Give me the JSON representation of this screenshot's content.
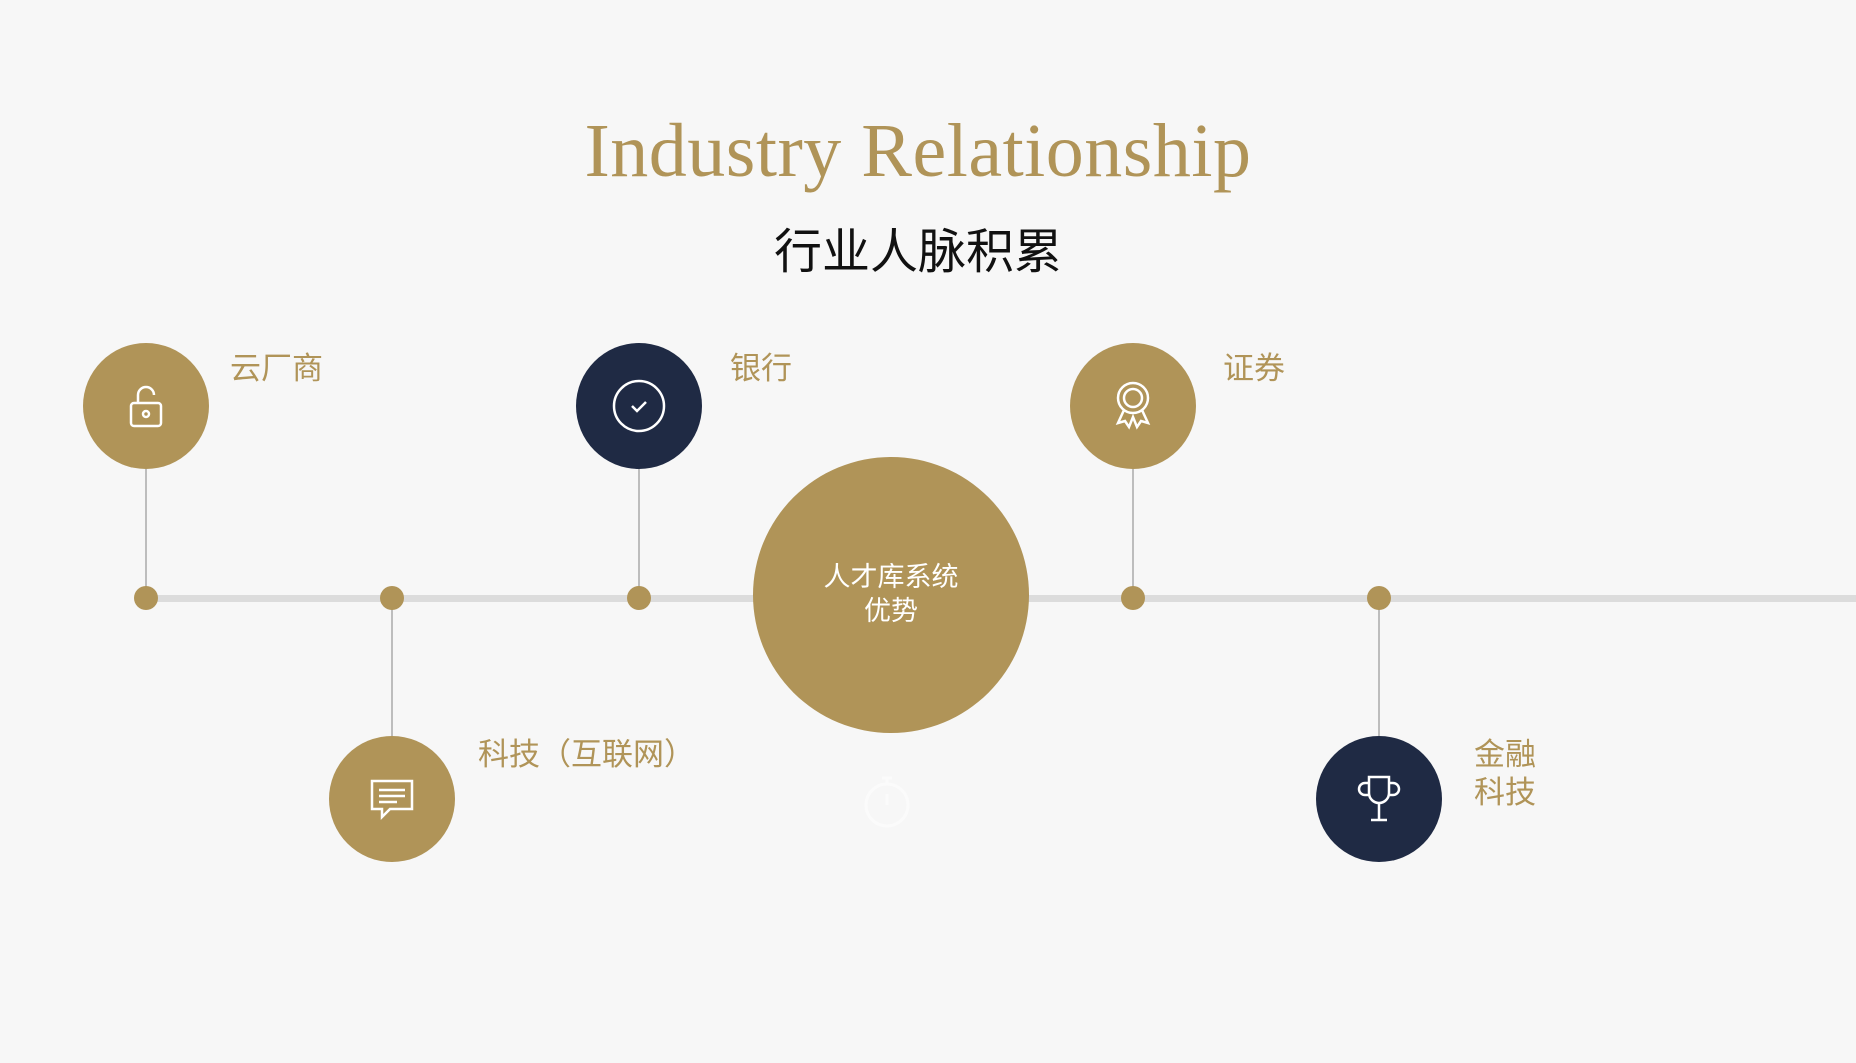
{
  "header": {
    "title": "Industry Relationship",
    "subtitle": "行业人脉积累"
  },
  "center": {
    "line1": "人才库系统",
    "line2": "优势"
  },
  "nodes": [
    {
      "label": "云厂商",
      "icon": "unlock-icon",
      "color": "#b09458"
    },
    {
      "label": "科技（互联网）",
      "icon": "chat-icon",
      "color": "#b09458"
    },
    {
      "label": "银行",
      "icon": "check-circle-icon",
      "color": "#1f2a44"
    },
    {
      "label": "证券",
      "icon": "award-icon",
      "color": "#b09458"
    },
    {
      "label_line1": "金融",
      "label_line2": "科技",
      "icon": "trophy-icon",
      "color": "#1f2a44"
    }
  ],
  "colors": {
    "gold": "#b09458",
    "navy": "#1f2a44",
    "background": "#f7f7f7"
  }
}
